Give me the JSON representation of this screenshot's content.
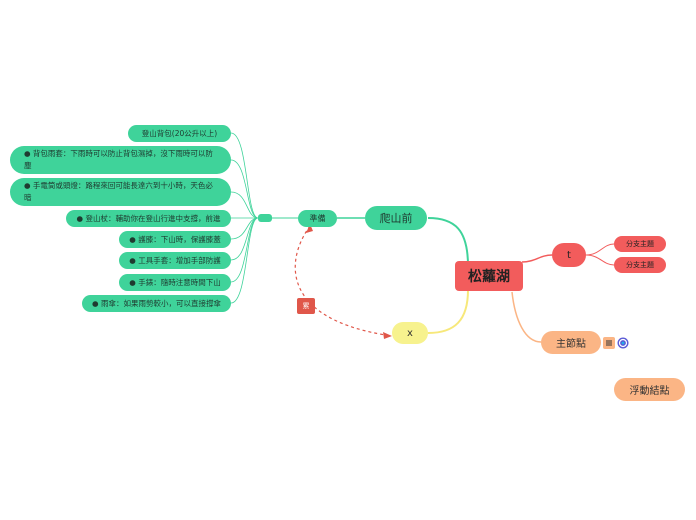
{
  "root": {
    "label": "松蘿湖",
    "color": "#f25c5c"
  },
  "branch_before": {
    "label": "爬山前"
  },
  "branch_prep": {
    "label": "準備"
  },
  "branch_x": {
    "label": "x"
  },
  "branch_t": {
    "label": "t"
  },
  "branch_main": {
    "label": "主節點"
  },
  "floating": {
    "label": "浮動結點"
  },
  "relation_label": "累",
  "sub_topics": [
    "分支主題",
    "分支主題"
  ],
  "prep_items": [
    "登山背包(20公升以上)",
    "● 背包雨套：下雨時可以防止背包濕掉，沒下雨時可以防塵",
    "● 手電筒或頭燈：路程來回可能長達六到十小時，天色必暗",
    "● 登山杖：輔助你在登山行進中支撐，前進",
    "● 護膝：下山時，保護膝蓋",
    "● 工具手套：增加手部防護",
    "● 手錶：隨時注意時間下山",
    "● 雨傘：如果雨勢較小，可以直接撐傘"
  ],
  "icons": {
    "note": "notes-icon",
    "link": "link-icon"
  },
  "colors": {
    "green": "#3fd39a",
    "red": "#f25c5c",
    "orange": "#fbb585",
    "yellow": "#f7f28e",
    "relation": "#e0574a"
  }
}
